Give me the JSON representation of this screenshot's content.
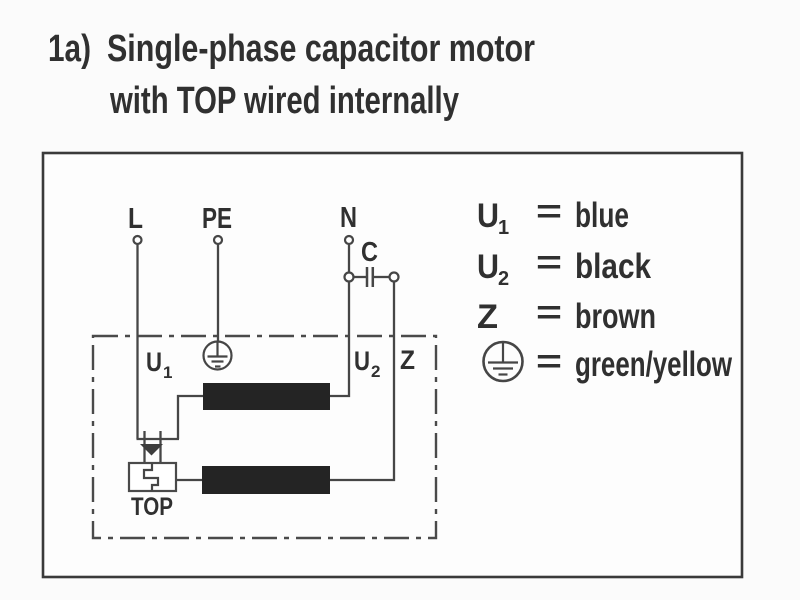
{
  "title": {
    "index": "1a)",
    "line1": "Single-phase capacitor motor",
    "line2": "with TOP wired internally"
  },
  "diagram": {
    "terminals": {
      "line": "L",
      "protective_earth": "PE",
      "neutral": "N"
    },
    "capacitor_label": "C",
    "winding_labels": {
      "u1_base": "U",
      "u1_sub": "1",
      "u2_base": "U",
      "u2_sub": "2",
      "aux": "Z"
    },
    "thermal_protector_label": "TOP"
  },
  "legend": {
    "rows": [
      {
        "term_base": "U",
        "term_sub": "1",
        "eq": "=",
        "color_name": "blue"
      },
      {
        "term_base": "U",
        "term_sub": "2",
        "eq": "=",
        "color_name": "black"
      },
      {
        "term_base": "Z",
        "term_sub": "",
        "eq": "=",
        "color_name": "brown"
      },
      {
        "term_base": "",
        "term_sub": "",
        "eq": "=",
        "color_name": "green/yellow"
      }
    ]
  },
  "colors": {
    "ink": "#464646",
    "text": "#303030",
    "winding_fill": "#242424",
    "frame": "#3a3a3a",
    "paper": "#fdfdfd"
  }
}
